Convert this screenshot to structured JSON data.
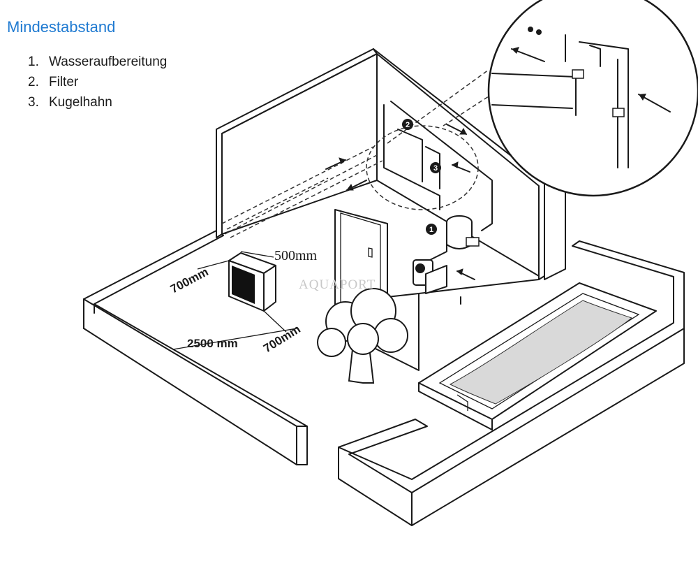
{
  "title": "Mindestabstand",
  "steps": [
    {
      "number": "1.",
      "label": "Wasseraufbereitung"
    },
    {
      "number": "2.",
      "label": "Filter"
    },
    {
      "number": "3.",
      "label": "Kugelhahn"
    }
  ],
  "dimensions": {
    "side_gap": "700mm",
    "rear_gap": "500mm",
    "front_gap": "700mm",
    "width": "2500 mm"
  },
  "callouts": {
    "filter": "1",
    "valve_a": "2",
    "valve_b": "3"
  },
  "watermark": "AQUAPORT"
}
